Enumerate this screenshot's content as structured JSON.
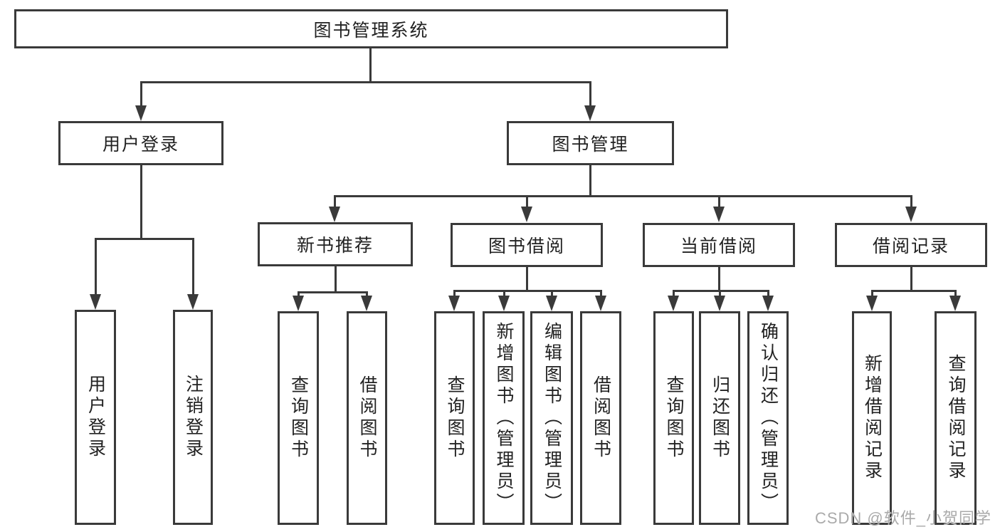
{
  "tree": {
    "root": "图书管理系统",
    "user": {
      "label": "用户登录",
      "children": [
        "用户登录",
        "注销登录"
      ]
    },
    "book": {
      "label": "图书管理",
      "sections": [
        {
          "label": "新书推荐",
          "children": [
            "查询图书",
            "借阅图书"
          ]
        },
        {
          "label": "图书借阅",
          "children": [
            "查询图书",
            "新增图书（管理员）",
            "编辑图书（管理员）",
            "借阅图书"
          ]
        },
        {
          "label": "当前借阅",
          "children": [
            "查询图书",
            "归还图书",
            "确认归还（管理员）"
          ]
        },
        {
          "label": "借阅记录",
          "children": [
            "新增借阅记录",
            "查询借阅记录"
          ]
        }
      ]
    }
  },
  "watermark": {
    "text": "CSDN @软件_小贺同学"
  },
  "colors": {
    "line": "#3a3a3a",
    "text": "#222222",
    "watermark": "#aaaaaa",
    "background": "#ffffff"
  }
}
